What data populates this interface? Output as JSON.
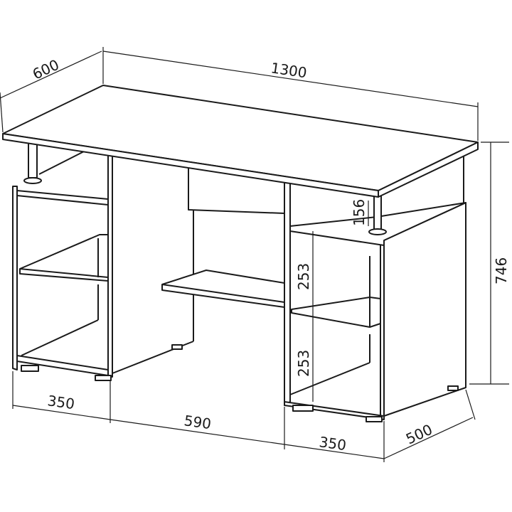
{
  "drawing": {
    "units": "mm",
    "dimensions": {
      "depth_top": "600",
      "width_top": "1300",
      "height_total": "746",
      "left_cabinet_width": "350",
      "middle_gap_width": "590",
      "right_cabinet_width": "350",
      "cabinet_depth": "500",
      "top_shelf_gap": "156",
      "upper_shelf_height": "253",
      "lower_shelf_height": "253"
    }
  }
}
